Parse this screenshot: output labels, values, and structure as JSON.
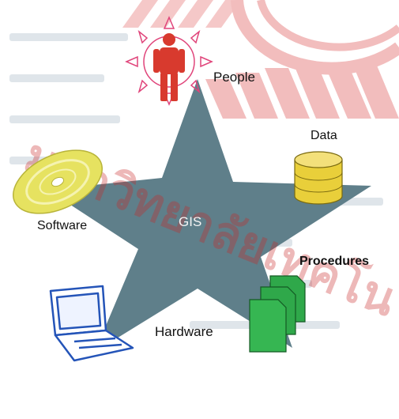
{
  "diagram": {
    "center_label": "GIS",
    "components": {
      "people": {
        "label": "People",
        "icon": "person-sun-icon"
      },
      "data": {
        "label": "Data",
        "icon": "database-cylinder-icon"
      },
      "software": {
        "label": "Software",
        "icon": "disc-icon"
      },
      "procedures": {
        "label": "Procedures",
        "icon": "document-stack-icon"
      },
      "hardware": {
        "label": "Hardware",
        "icon": "laptop-icon"
      }
    }
  },
  "watermark": {
    "text": "มหาวิทยาลัยเทคโนโลยีสุรนารี",
    "color": "#d33a3a"
  },
  "colors": {
    "star": "#5f7f8a",
    "people": "#d83a2e",
    "sun_rays": "#e0447a",
    "data": "#e9cf3a",
    "software": "#e6e260",
    "procedures": "#2fa84a",
    "hardware": "#2454b8"
  }
}
